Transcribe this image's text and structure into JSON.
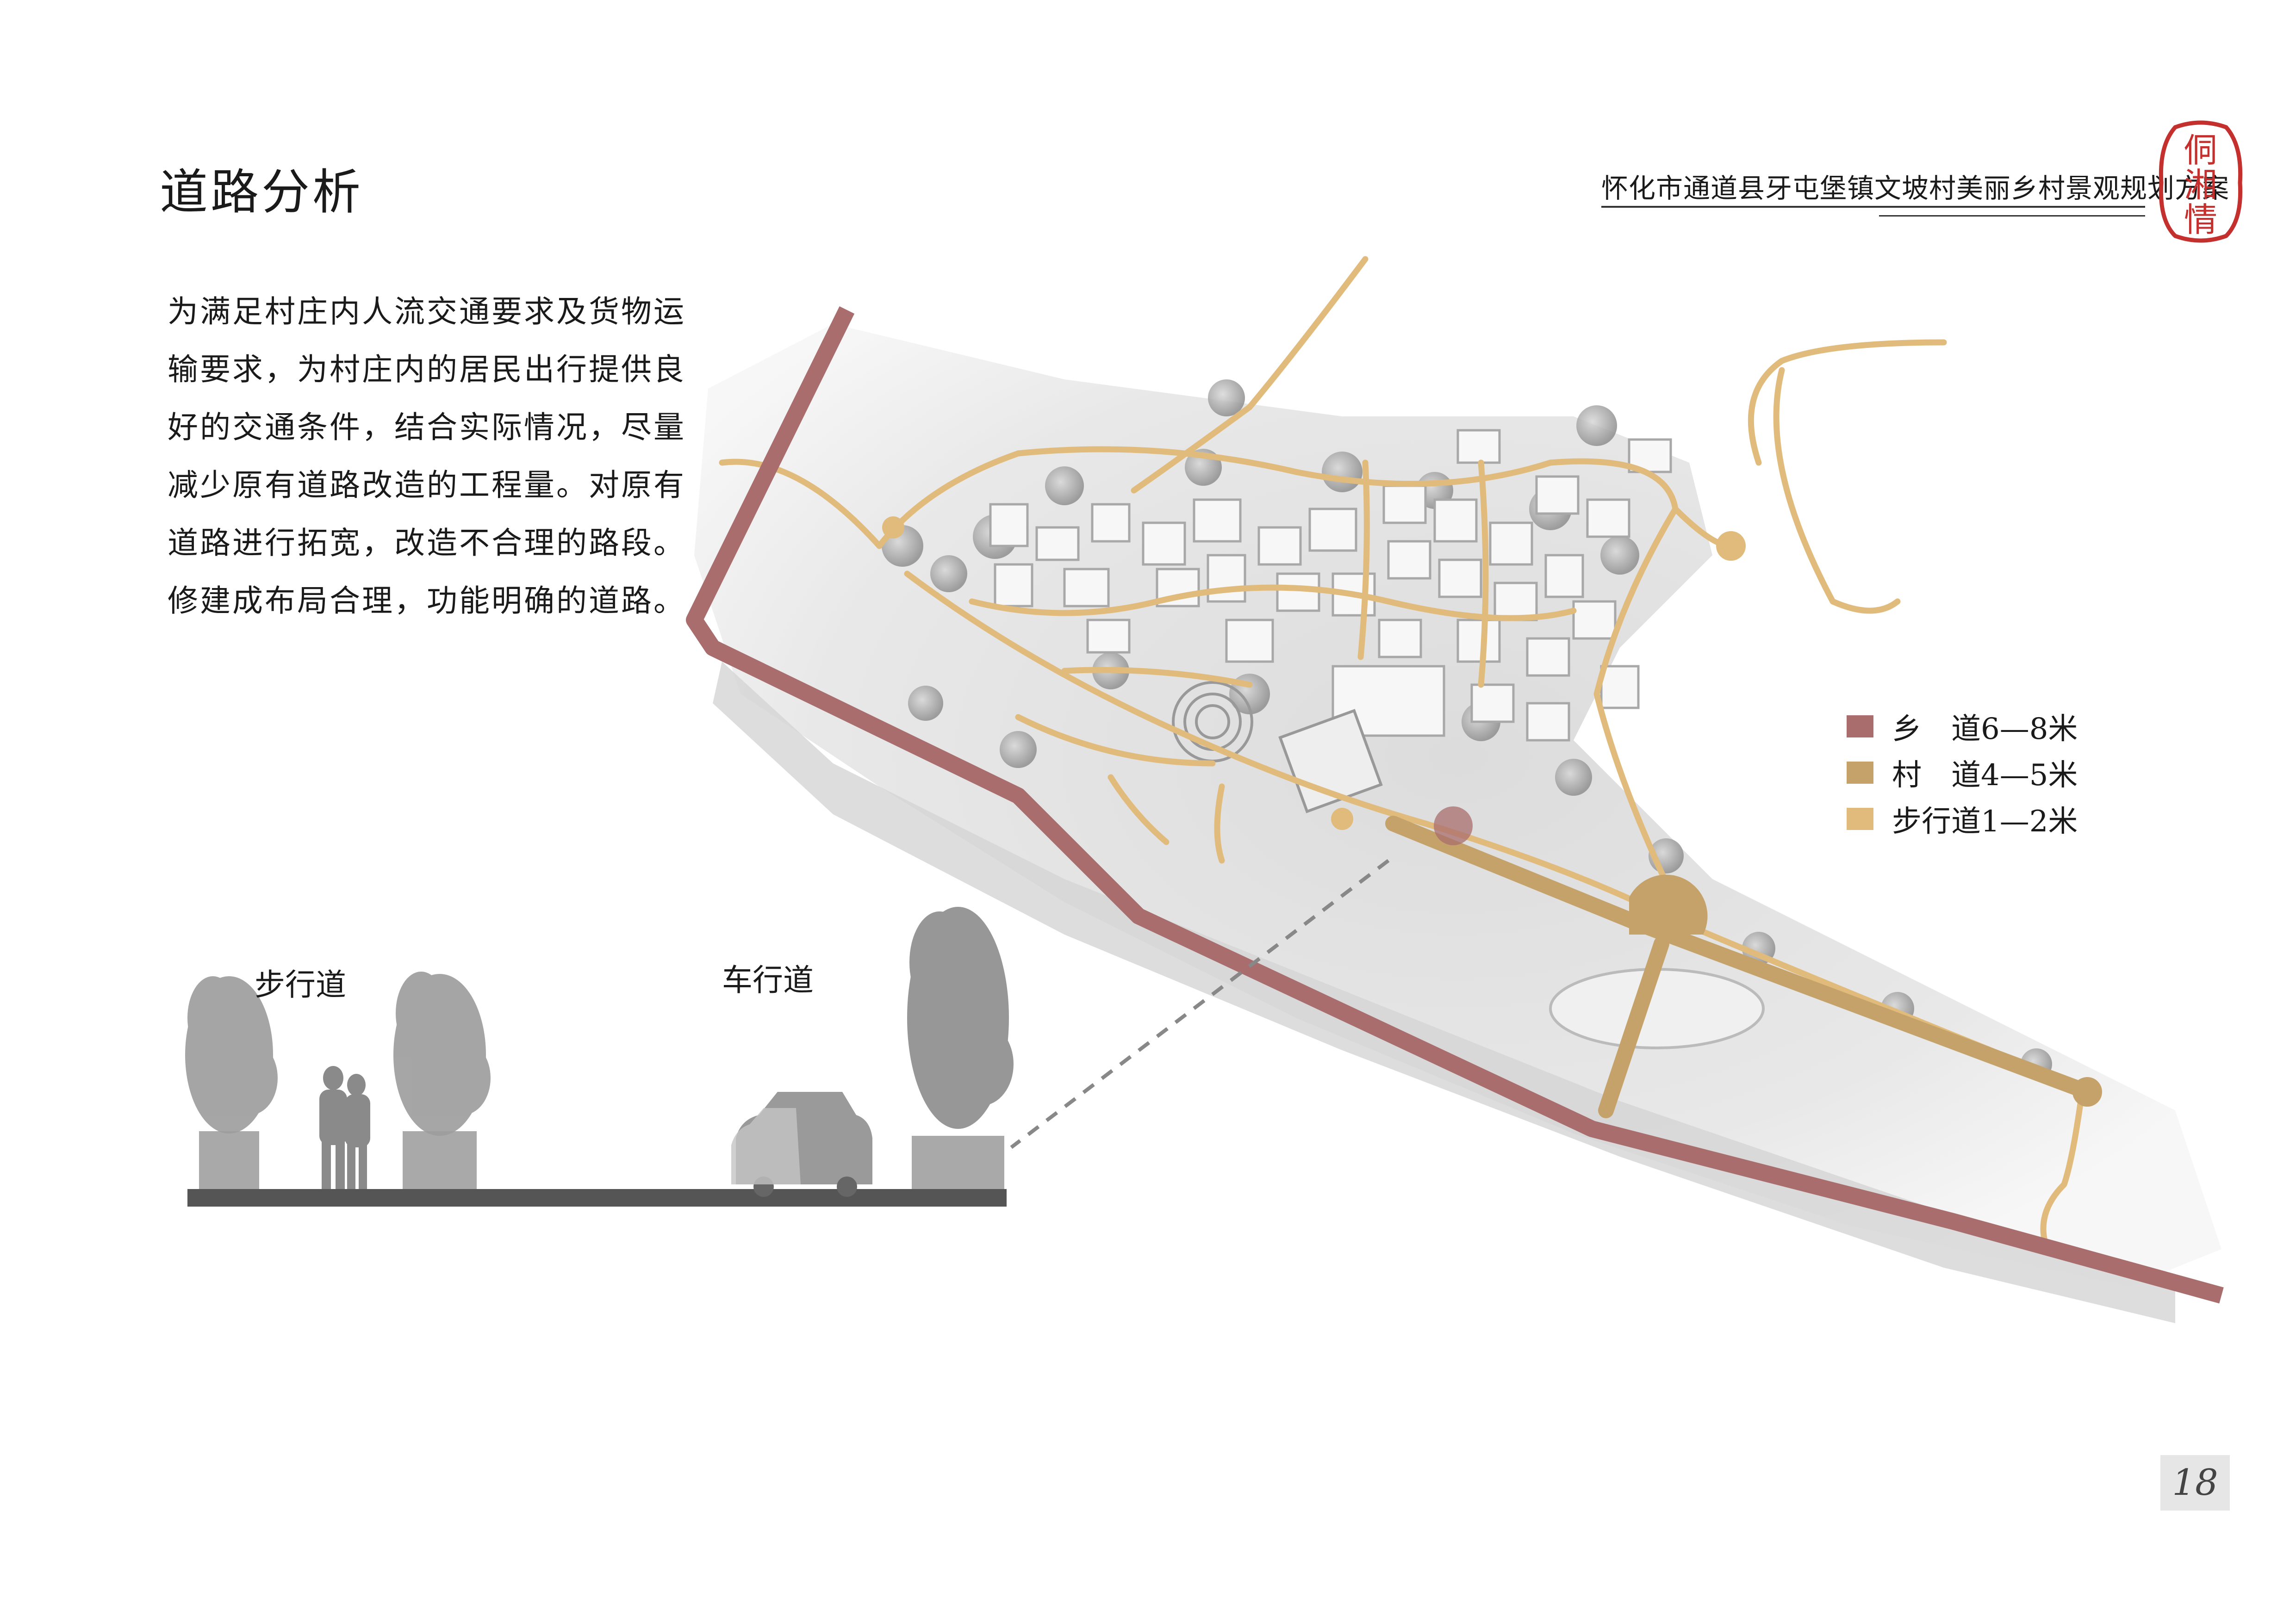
{
  "header": {
    "page_title": "道路分析",
    "project_title": "怀化市通道县牙屯堡镇文坡村美丽乡村景观规划方案",
    "seal_text": [
      "侗",
      "湘",
      "情"
    ]
  },
  "description": {
    "lines": [
      "为满足村庄内人流交通要求及货物运",
      "输要求，为村庄内的居民出行提供良",
      "好的交通条件，结合实际情况，尽量",
      "减少原有道路改造的工程量。对原有",
      "道路进行拓宽，改造不合理的路段。",
      "修建成布局合理，功能明确的道路。"
    ]
  },
  "legend": {
    "items": [
      {
        "label": "乡　道6—8米",
        "color": "#a96d6d"
      },
      {
        "label": "村　道4—5米",
        "color": "#c5a26a"
      },
      {
        "label": "步行道1—2米",
        "color": "#e1bb7b"
      }
    ]
  },
  "section": {
    "pedestrian_label": "步行道",
    "vehicle_label": "车行道"
  },
  "colors": {
    "township_road": "#a96d6d",
    "village_road": "#c5a26a",
    "footpath": "#e1bb7b",
    "map_bg": "#e9e9e9"
  },
  "footer": {
    "page_number": "18"
  }
}
